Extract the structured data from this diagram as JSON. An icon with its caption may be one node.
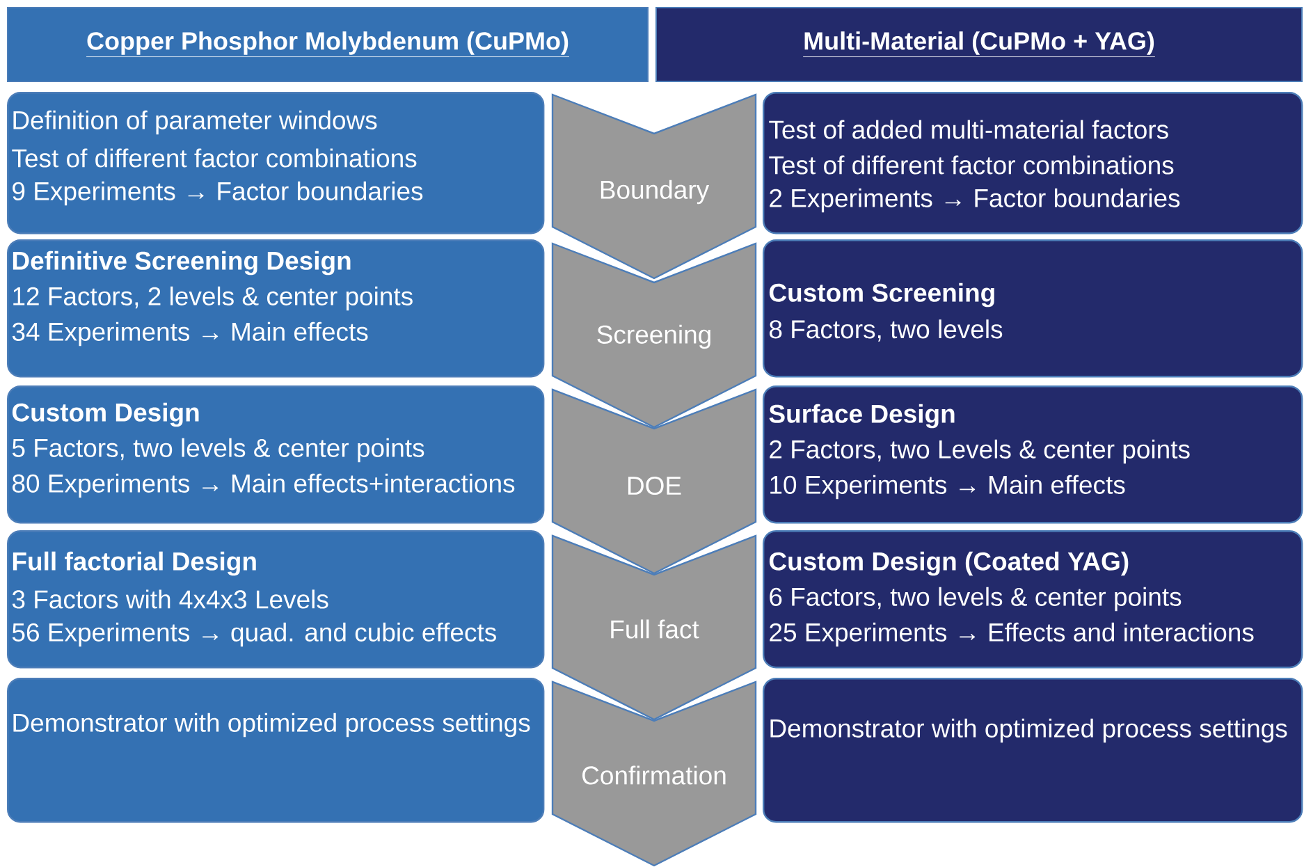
{
  "diagram": {
    "nodes": [
      {
        "text": [
          "Copper Phosphor Molybdenum (CuPMo)"
        ]
      },
      {
        "text": [
          "Multi-Material (CuPMo + YAG)"
        ]
      },
      {
        "text": [
          "Definition of parameter windows",
          "Test of different factor combinations",
          "9 Experiments → Factor boundaries"
        ]
      },
      {
        "text": [
          "Boundary"
        ]
      },
      {
        "text": [
          "Test of added multi-material factors",
          "Test of different factor combinations",
          "2 Experiments → Factor boundaries"
        ]
      },
      {
        "text": [
          "Definitive Screening Design",
          "12 Factors, 2 levels & center points",
          "34 Experiments → Main effects"
        ]
      },
      {
        "text": [
          "Screening"
        ]
      },
      {
        "text": [
          "Custom Screening",
          "8 Factors, two levels"
        ]
      },
      {
        "text": [
          "Custom Design",
          "5 Factors, two levels & center points",
          "80 Experiments → Main effects+interactions"
        ]
      },
      {
        "text": [
          "DOE"
        ]
      },
      {
        "text": [
          "Surface Design",
          "2 Factors, two Levels & center points",
          "10 Experiments → Main effects"
        ]
      },
      {
        "text": [
          "Full factorial Design",
          "3 Factors with 4x4x3 Levels",
          "56 Experiments → quad. and cubic effects"
        ]
      },
      {
        "text": [
          "Full fact"
        ]
      },
      {
        "text": [
          "Custom Design (Coated YAG)",
          "6 Factors, two levels & center points",
          "25 Experiments → Effects and interactions"
        ]
      },
      {
        "text": [
          "Demonstrator with optimized process settings"
        ]
      },
      {
        "text": [
          "Confirmation"
        ]
      },
      {
        "text": [
          "Demonstrator with optimized process settings"
        ]
      }
    ]
  }
}
